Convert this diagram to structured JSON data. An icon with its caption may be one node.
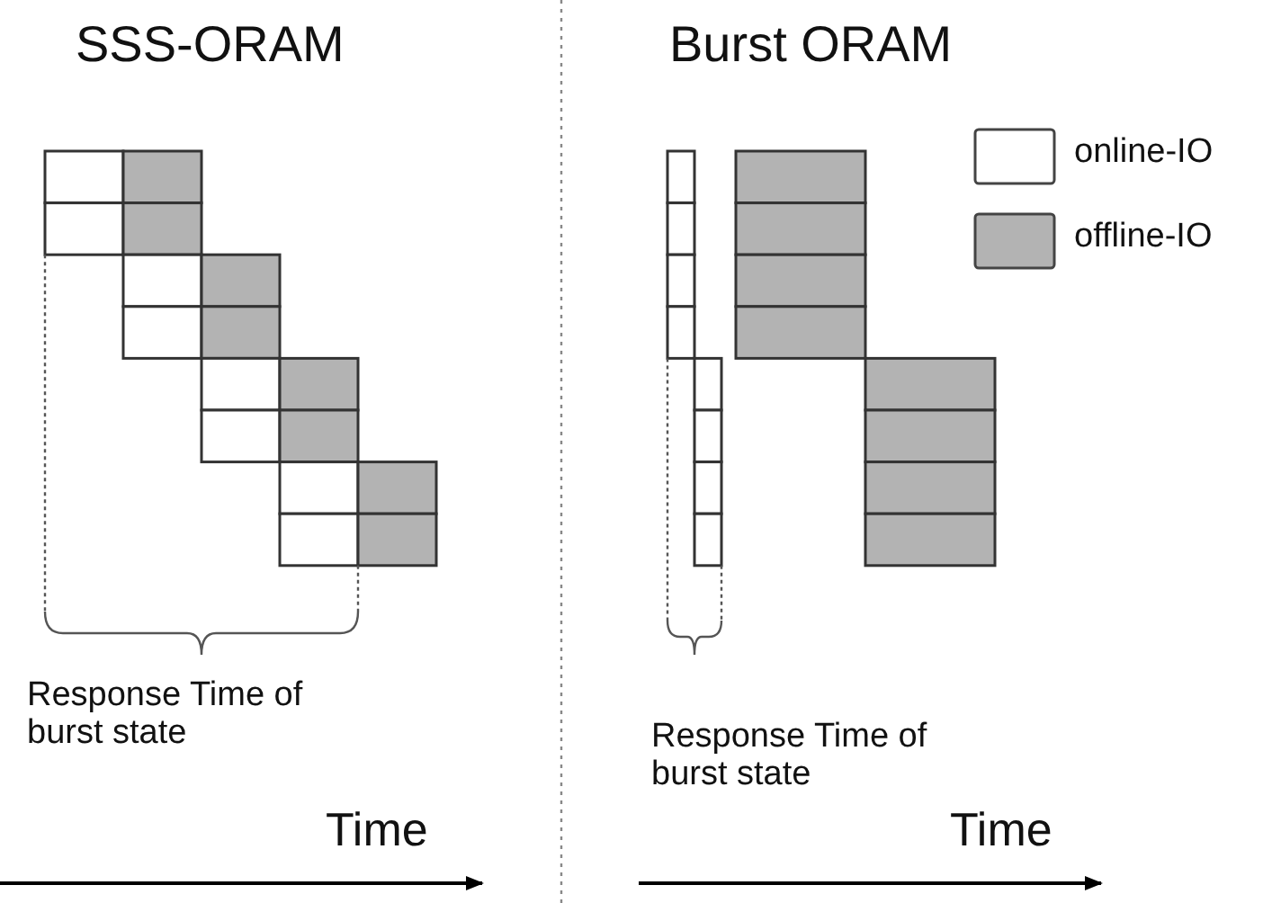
{
  "diagram": {
    "labels": [
      "SSS-ORAM",
      "Burst ORAM",
      "Response Time of burst state",
      "Time",
      "Response Time of burst state",
      "Time"
    ],
    "legend": [
      {
        "text": "online-IO",
        "color": "#ffffff"
      },
      {
        "text": "offline-IO",
        "color": "#b3b3b3"
      }
    ]
  }
}
